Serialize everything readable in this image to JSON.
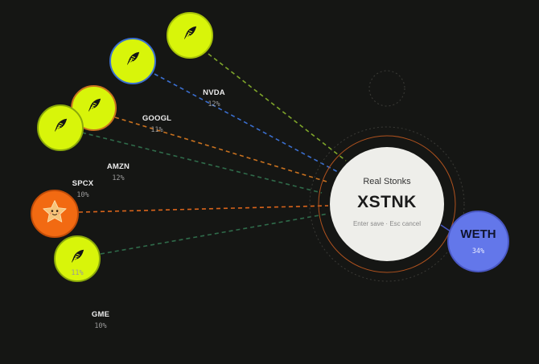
{
  "center": {
    "name": "Real Stonks",
    "ticker": "XSTNK",
    "hint": "Enter save · Esc cancel"
  },
  "weth": {
    "symbol": "WETH",
    "percent": "34%"
  },
  "assets": [
    {
      "symbol": "NVDA",
      "percent": "12%",
      "icon": "feather-icon",
      "line_color": "#7fa62a"
    },
    {
      "symbol": "",
      "percent": "",
      "icon": "feather-icon",
      "line_color": "#3b6fd0"
    },
    {
      "symbol": "GOOGL",
      "percent": "11%",
      "icon": "feather-icon",
      "line_color": "#c8711f"
    },
    {
      "symbol": "AMZN",
      "percent": "12%",
      "icon": "feather-icon",
      "line_color": "#2f6b4a"
    },
    {
      "symbol": "SPCX",
      "percent": "10%",
      "icon": "star-icon",
      "line_color": "#d9641b"
    },
    {
      "symbol": "",
      "percent": "11%",
      "icon": "feather-icon",
      "line_color": "#2f6b4a"
    },
    {
      "symbol": "GME",
      "percent": "10%",
      "icon": "",
      "line_color": ""
    }
  ],
  "colors": {
    "background": "#151614",
    "lime": "#d8f50a",
    "spcx": "#f26a12",
    "weth": "#6377ea",
    "center": "#eeeeea"
  }
}
